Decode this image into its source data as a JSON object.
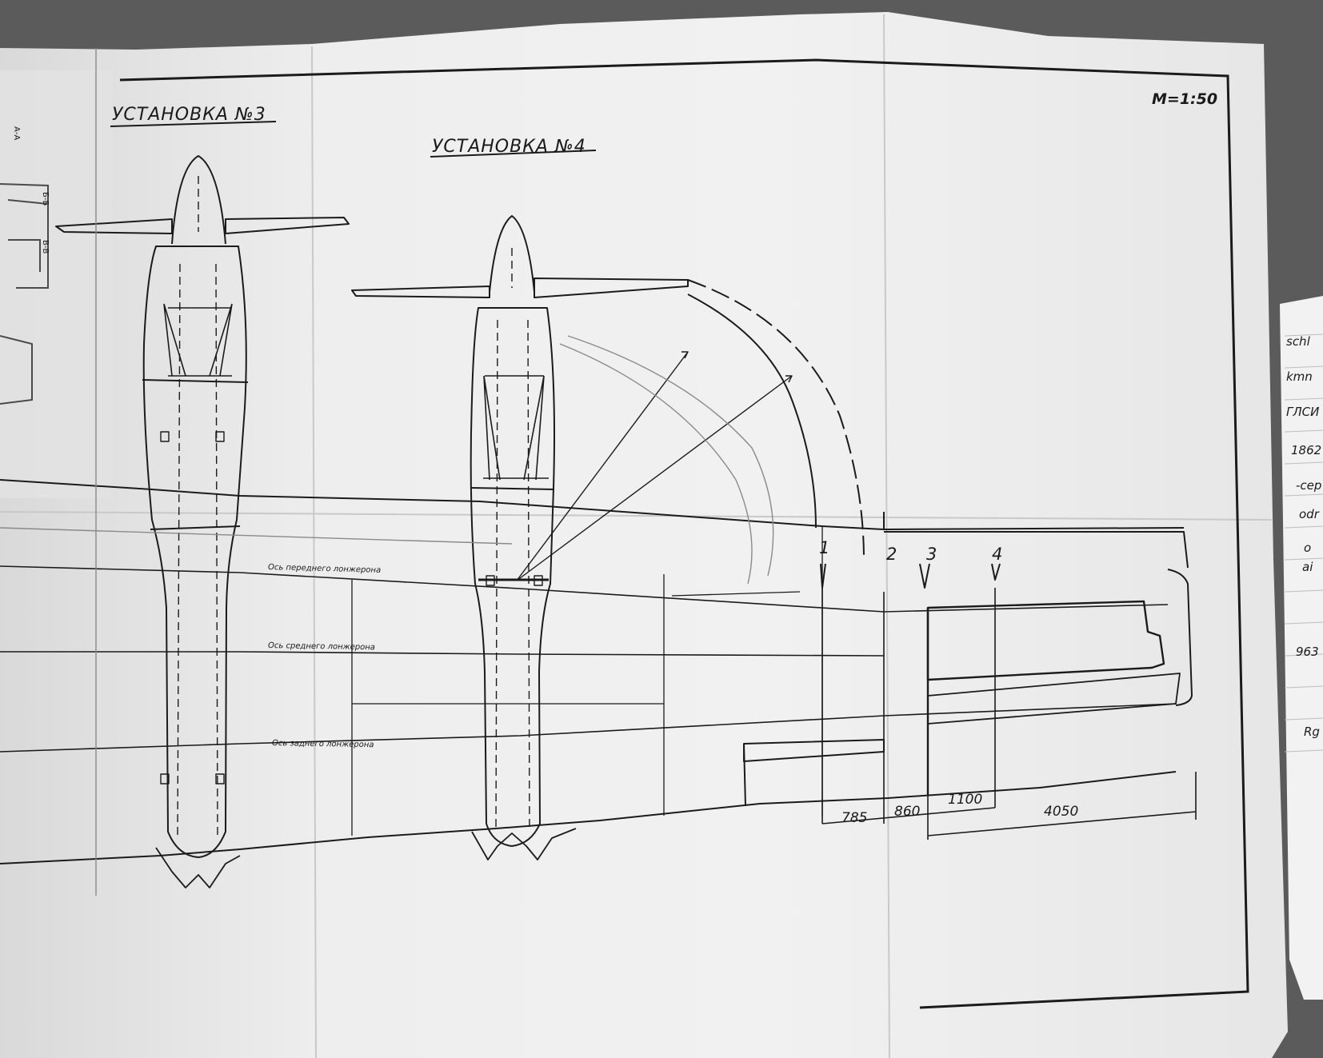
{
  "drawing": {
    "title_3": "УСТАНОВКА №3",
    "title_4": "УСТАНОВКА №4",
    "scale": "M=1:50",
    "spar_labels": {
      "front": "Ось переднего лонжерона",
      "middle": "Ось среднего лонжерона",
      "rear": "Ось заднего лонжерона"
    },
    "stations": [
      "1",
      "2",
      "3",
      "4"
    ],
    "dimensions": [
      "785",
      "860",
      "1100",
      "4050"
    ]
  },
  "side_sheet": {
    "lines": [
      "schl",
      "kmn",
      "ГЛСИ",
      "1862",
      "-сер",
      "odr",
      "o",
      "ai",
      "963",
      "Rg"
    ]
  },
  "overlay_sheet": {
    "labels": [
      "А-А",
      "Б-Б",
      "В-В"
    ]
  },
  "colors": {
    "paper": "#ececec",
    "ink": "#1b1b1b",
    "pencil": "#8a8a8a",
    "desk": "#5b5b5b"
  }
}
